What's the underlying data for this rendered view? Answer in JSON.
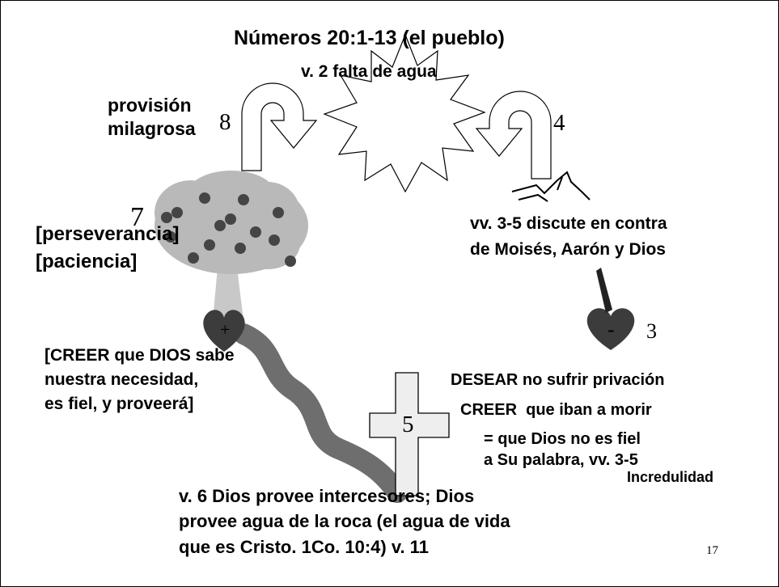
{
  "title": "Números 20:1-13 (el pueblo)",
  "subtitle": "v. 2 falta de agua",
  "labels": {
    "provision": "provisión\nmilagrosa",
    "fruits": "[perseverancia]\n[paciencia]",
    "faith": "[CREER que DIOS sabe\nnuestra necesidad,\nes fiel, y proveerá]",
    "complain": "vv. 3-5 discute en contra\nde Moisés, Aarón y Dios",
    "desire": "DESEAR no sufrir privación",
    "believe_die": "CREER  que iban a morir",
    "not_faithful": "= que Dios no es fiel\na Su palabra, vv. 3-5",
    "unbelief": "Incredulidad",
    "provides": "v. 6 Dios provee intercesores; Dios\nprovee agua de la roca (el agua de vida\nque es Cristo. 1Co. 10:4) v. 11"
  },
  "steps": {
    "n8": "8",
    "n4": "4",
    "n7": "7",
    "n3": "3",
    "n5": "5",
    "plus": "+",
    "minus": "-"
  },
  "slide_number": "17",
  "colors": {
    "heart": "#3c3c3c",
    "path": "#6e6e6e",
    "tree_foliage": "#b9b9b9",
    "trunk": "#c8c8c8",
    "apple": "#454545",
    "cross": "#eeeeee"
  }
}
